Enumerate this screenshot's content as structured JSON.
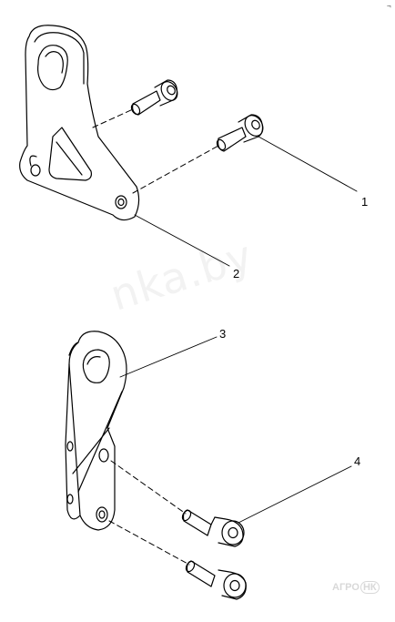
{
  "diagram": {
    "callouts": [
      {
        "number": "1"
      },
      {
        "number": "2"
      },
      {
        "number": "3"
      },
      {
        "number": "4"
      }
    ]
  },
  "watermark": {
    "text": "nka.by",
    "logo_left": "АГРО",
    "logo_right": "НК"
  },
  "corner_mark": "¬",
  "colors": {
    "line": "#000000",
    "watermark": "#f2f2f2",
    "logo": "#d8d8d8"
  }
}
